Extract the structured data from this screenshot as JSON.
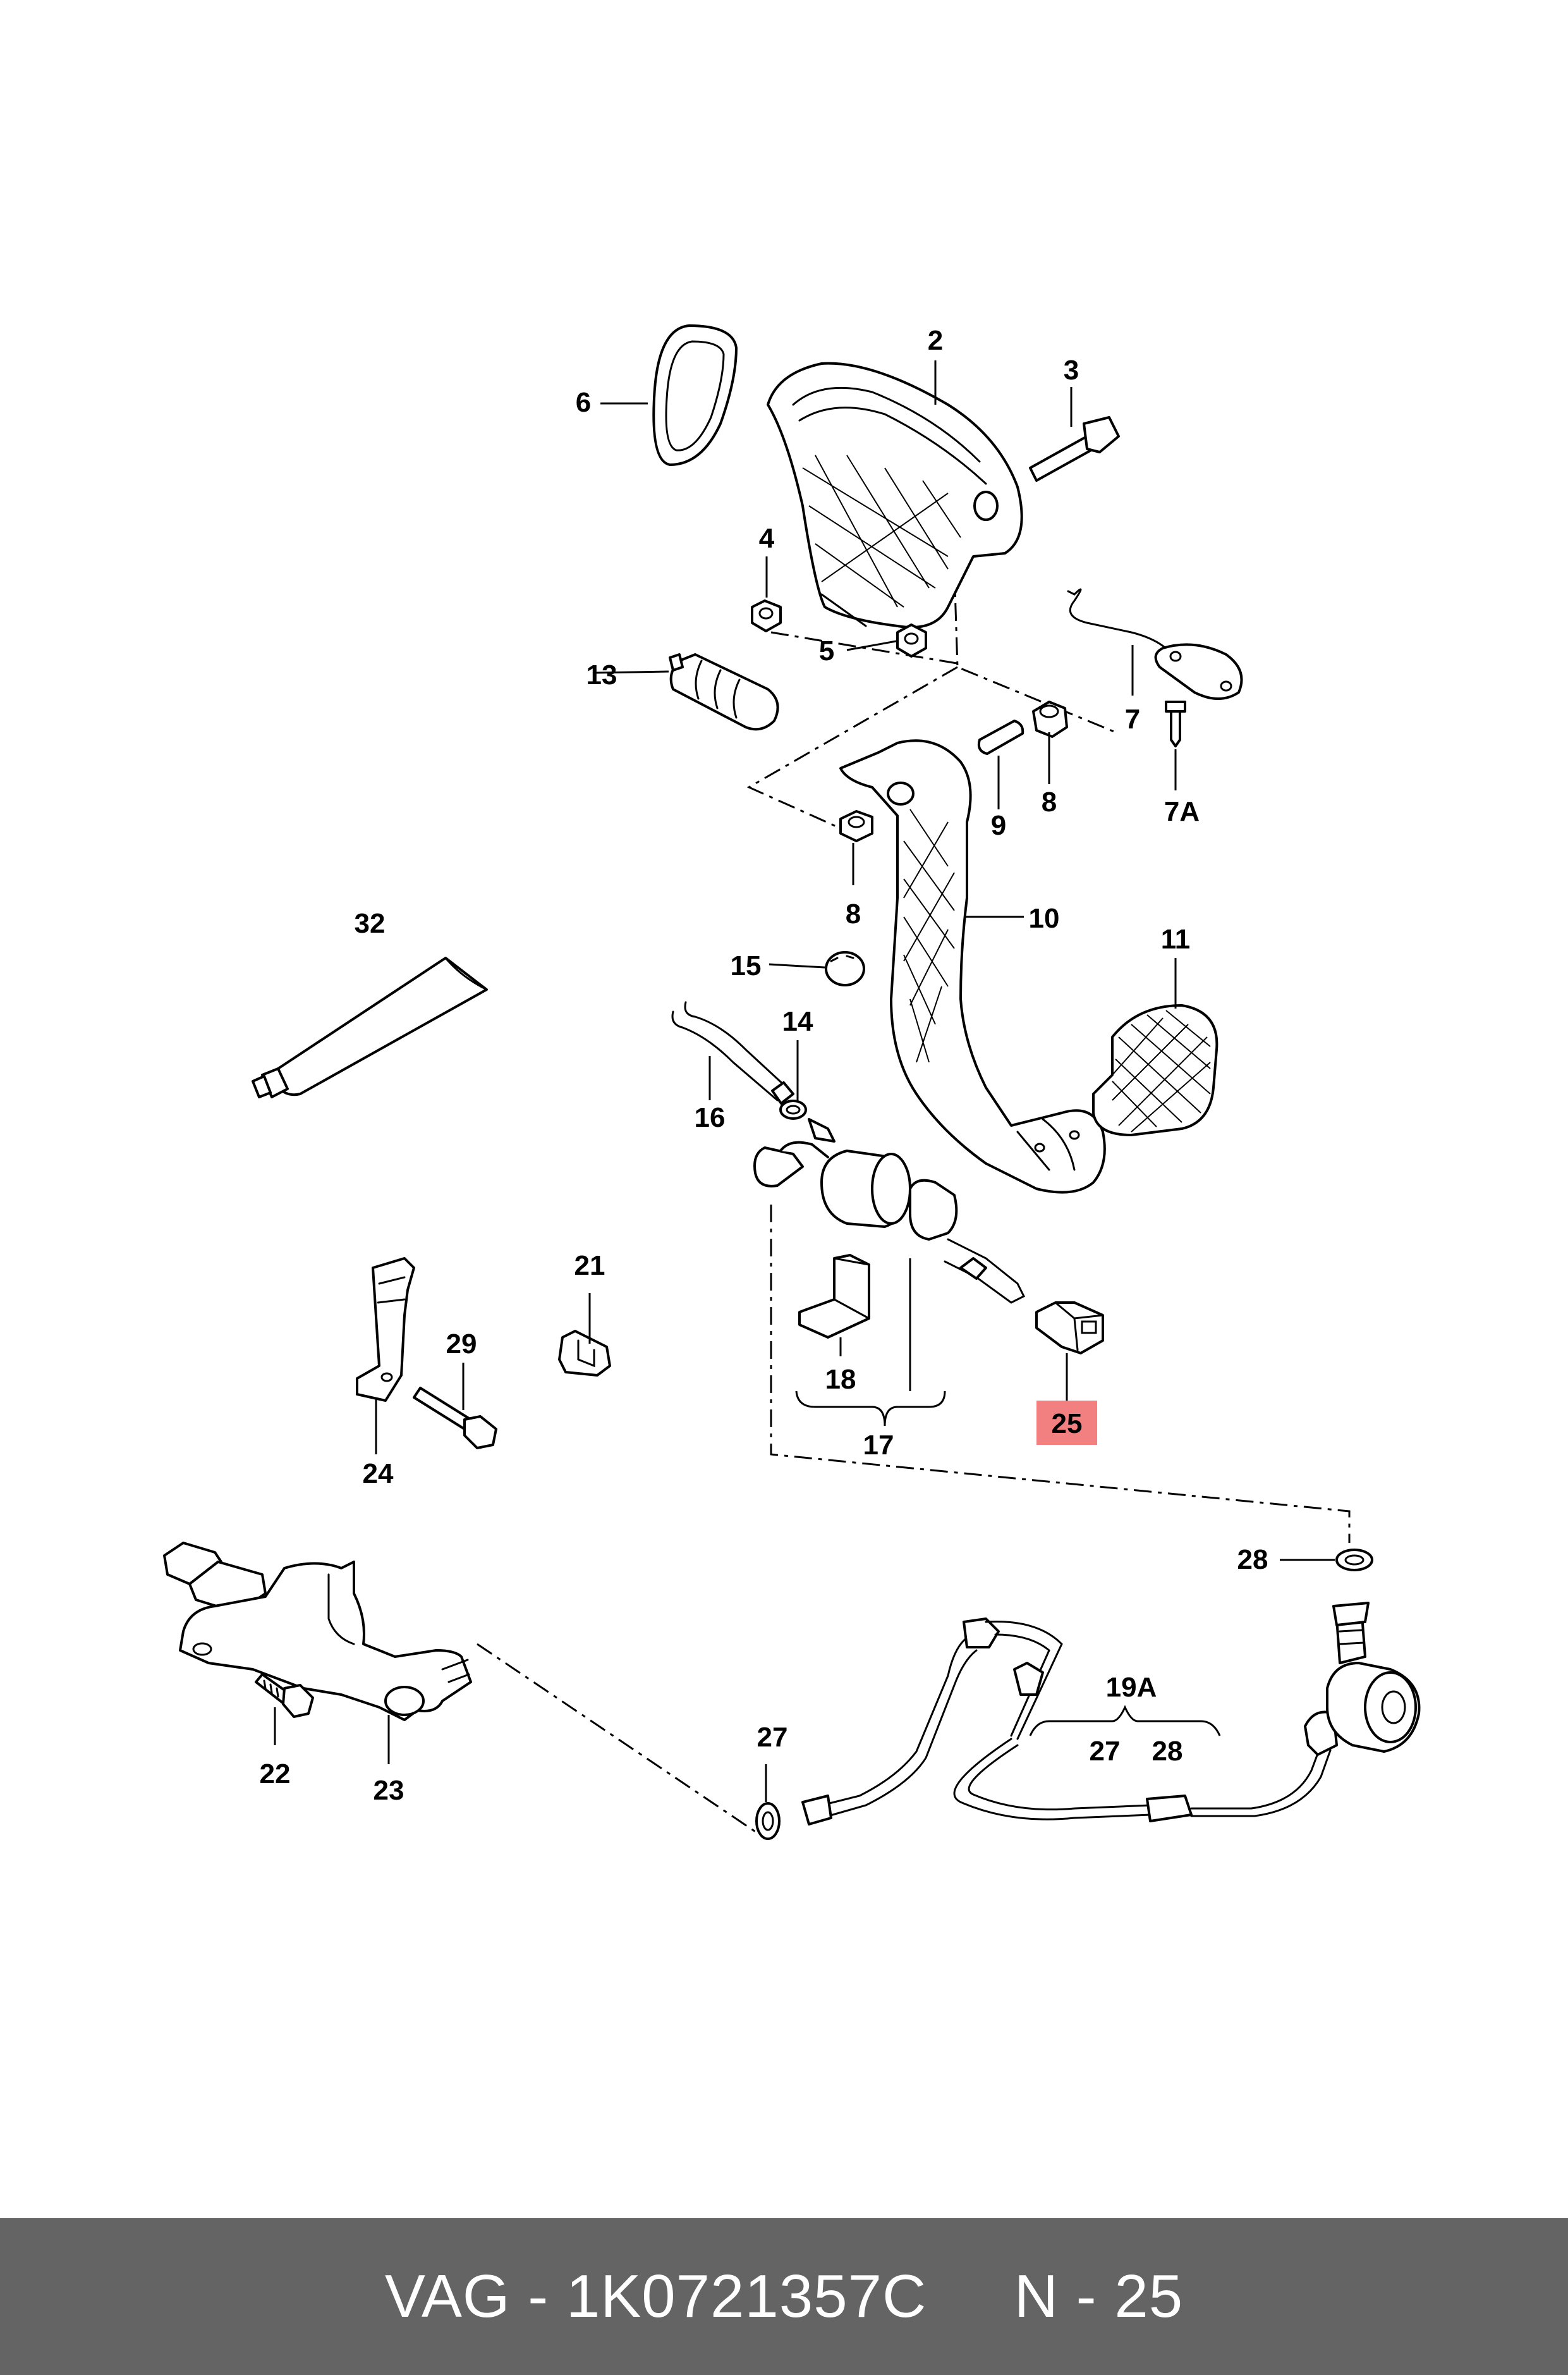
{
  "callouts": {
    "p2": "2",
    "p3": "3",
    "p4": "4",
    "p5": "5",
    "p6": "6",
    "p7": "7",
    "p7a": "7A",
    "p8a": "8",
    "p8b": "8",
    "p9": "9",
    "p10": "10",
    "p11": "11",
    "p13": "13",
    "p14": "14",
    "p15": "15",
    "p16": "16",
    "p17": "17",
    "p18": "18",
    "p19a": "19A",
    "p21": "21",
    "p22": "22",
    "p23": "23",
    "p24": "24",
    "p25": "25",
    "p27a": "27",
    "p27b": "27",
    "p28a": "28",
    "p28b": "28",
    "p29": "29",
    "p32": "32"
  },
  "highlight": {
    "part": "25",
    "color": "#f28080"
  },
  "footer": {
    "text": "VAG - 1K0721357C     N - 25",
    "background": "#646464",
    "color": "#ffffff"
  }
}
